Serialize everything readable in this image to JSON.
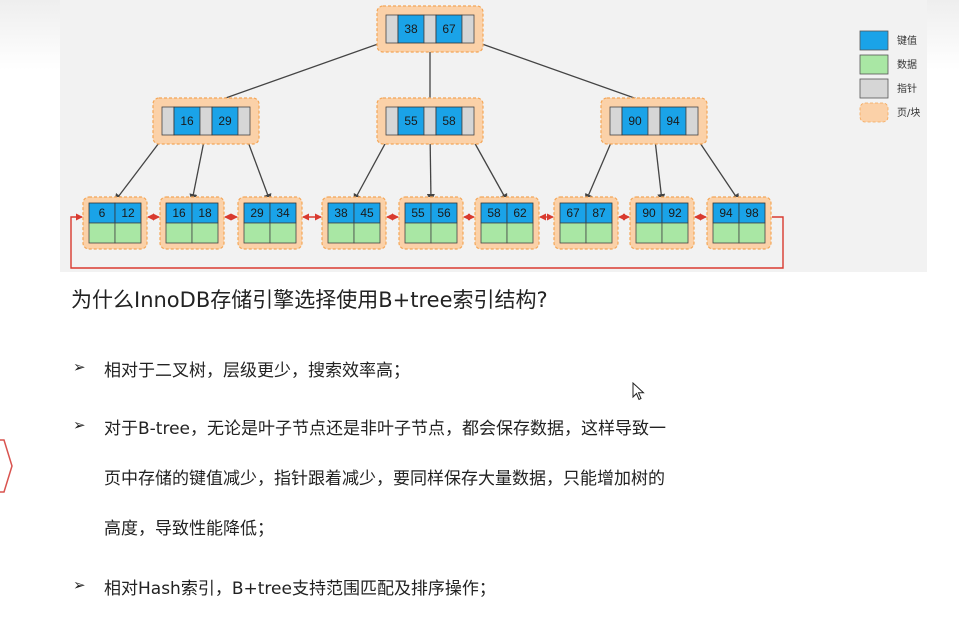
{
  "diagram": {
    "root": {
      "keys": [
        "38",
        "67"
      ]
    },
    "internal_nodes": [
      {
        "keys": [
          "16",
          "29"
        ]
      },
      {
        "keys": [
          "55",
          "58"
        ]
      },
      {
        "keys": [
          "90",
          "94"
        ]
      }
    ],
    "leaf_nodes": [
      {
        "keys": [
          "6",
          "12"
        ]
      },
      {
        "keys": [
          "16",
          "18"
        ]
      },
      {
        "keys": [
          "29",
          "34"
        ]
      },
      {
        "keys": [
          "38",
          "45"
        ]
      },
      {
        "keys": [
          "55",
          "56"
        ]
      },
      {
        "keys": [
          "58",
          "62"
        ]
      },
      {
        "keys": [
          "67",
          "87"
        ]
      },
      {
        "keys": [
          "90",
          "92"
        ]
      },
      {
        "keys": [
          "94",
          "98"
        ]
      }
    ],
    "legend": [
      {
        "label": "键值",
        "color": "#1aa3e8"
      },
      {
        "label": "数据",
        "color": "#a9e7a4"
      },
      {
        "label": "指针",
        "color": "#d6d6d6"
      },
      {
        "label": "页/块",
        "color": "#fbd1a8"
      }
    ],
    "colors": {
      "key": "#1aa3e8",
      "data": "#a9e7a4",
      "pointer": "#d6d6d6",
      "page": "#fbd1a8",
      "leaf_link": "#d93a2f"
    }
  },
  "slide": {
    "question": "为什么InnoDB存储引擎选择使用B+tree索引结构?",
    "bullet_symbol": "➢",
    "bullets": [
      {
        "lines": [
          "相对于二叉树，层级更少，搜索效率高；"
        ]
      },
      {
        "lines": [
          "对于B-tree，无论是叶子节点还是非叶子节点，都会保存数据，这样导致一",
          "页中存储的键值减少，指针跟着减少，要同样保存大量数据，只能增加树的",
          "高度，导致性能降低；"
        ]
      },
      {
        "lines": [
          "相对Hash索引，B+tree支持范围匹配及排序操作；"
        ]
      }
    ]
  }
}
